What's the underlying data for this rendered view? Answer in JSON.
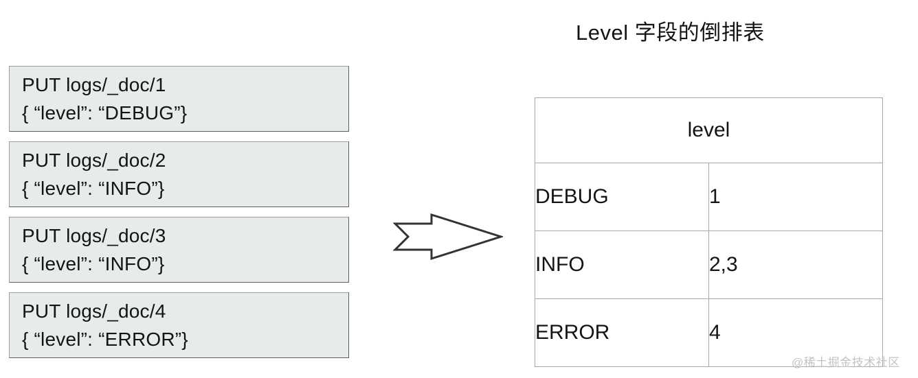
{
  "title": "Level 字段的倒排表",
  "documents": [
    {
      "request": "PUT logs/_doc/1",
      "body": "{ “level”: “DEBUG”}"
    },
    {
      "request": "PUT logs/_doc/2",
      "body": "{ “level”: “INFO”}"
    },
    {
      "request": "PUT logs/_doc/3",
      "body": "{ “level”: “INFO”}"
    },
    {
      "request": "PUT logs/_doc/4",
      "body": "{ “level”: “ERROR”}"
    }
  ],
  "arrow": {
    "icon": "right-block-arrow-icon",
    "stroke": "#333333"
  },
  "table": {
    "header": "level",
    "rows": [
      {
        "term": "DEBUG",
        "postings": "1"
      },
      {
        "term": "INFO",
        "postings": "2,3"
      },
      {
        "term": "ERROR",
        "postings": "4"
      }
    ]
  },
  "watermark": "@稀土掘金技术社区",
  "colors": {
    "card_fill": "#e7ebeb",
    "card_border": "#5e6060",
    "table_border": "#a8a8a8",
    "text": "#141414",
    "watermark": "#c3c3c3"
  }
}
